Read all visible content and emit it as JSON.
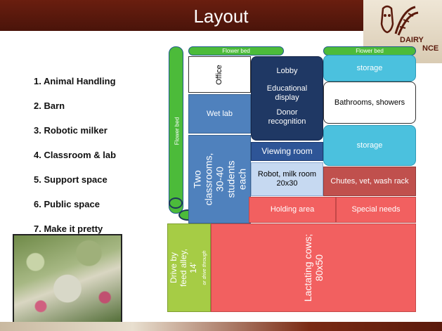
{
  "slide": {
    "title": "Layout",
    "logo": {
      "word1": "DAIRY",
      "word2": "NCE"
    }
  },
  "program_list": [
    "1. Animal Handling",
    "2. Barn",
    "3. Robotic milker",
    "4. Classroom & lab",
    "5. Support space",
    "6. Public space",
    "7. Make it pretty"
  ],
  "layout": {
    "flower_bed_left": "Flower bed",
    "flower_bed_top_mid": "Flower bed",
    "flower_bed_top_right": "Flower bed",
    "office": "Office",
    "wet_lab": "Wet lab",
    "classrooms": "Two classrooms, 30-40 students each",
    "lobby": "Lobby",
    "educational_display": "Educational display",
    "donor_recognition": "Donor recognition",
    "viewing_room": "Viewing room",
    "robot_room": "Robot, milk room 20x30",
    "storage_top": "storage",
    "bathrooms": "Bathrooms, showers",
    "storage_bottom": "storage",
    "chutes": "Chutes, vet, wash rack",
    "holding_area": "Holding area",
    "special_needs": "Special needs",
    "drive_alley": "Drive by feed alley, 14'",
    "drive_through": "or drive through",
    "lactating_cows": "Lactating cows; 80x50"
  },
  "colors": {
    "header": "#5a1a0c",
    "flower_bed": "#4cbb3a",
    "classroom_blue": "#4f81bd",
    "lobby_navy": "#1f3864",
    "viewing_navy": "#2e5597",
    "storage_teal": "#4bc1de",
    "robot_light_blue": "#c6d9f1",
    "chutes_red": "#c0504d",
    "holding_red": "#f26060",
    "drive_green": "#a6cc45"
  },
  "icons": [
    "cow-dna-logo-icon"
  ]
}
